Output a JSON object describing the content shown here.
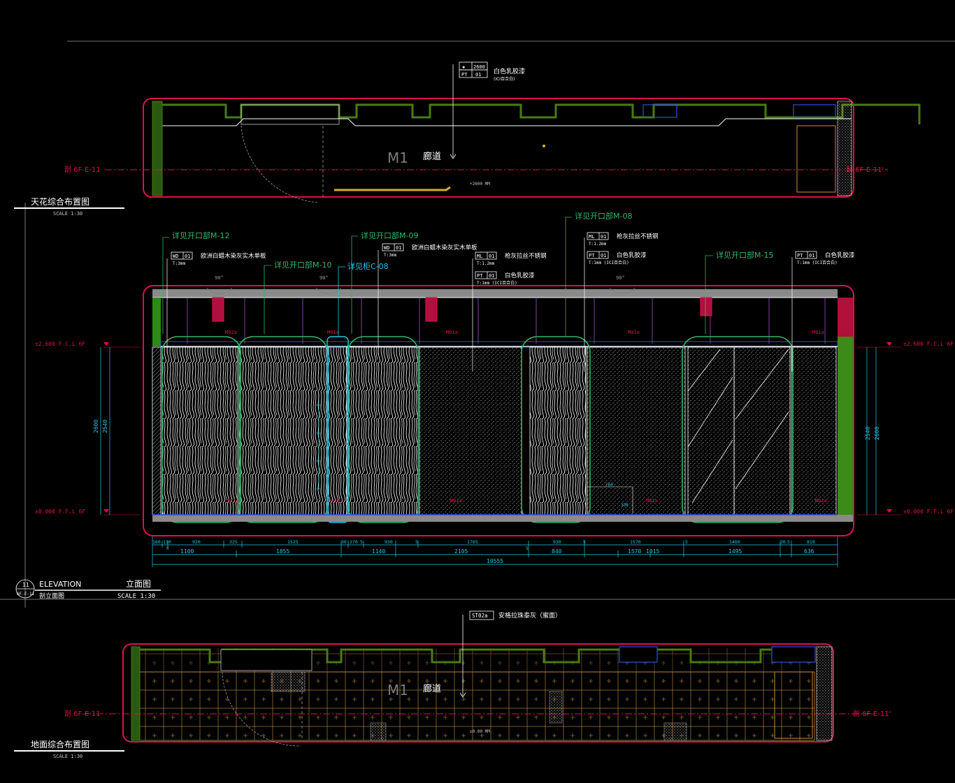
{
  "ceiling_plan": {
    "title": "天花综合布置图",
    "scale": "SCALE 1:30",
    "room_code": "M1",
    "room_name": "廊道",
    "level_note": "+2600 MM",
    "section_left": "剖 6F-E-11",
    "section_right": "剖 6F-E-11'",
    "tag": {
      "code_a": "2600",
      "code_b": "PT",
      "code_c": "01",
      "name": "白色乳胶漆",
      "sub": "(ICI百合白)"
    }
  },
  "elevation": {
    "number": "11",
    "sheet": "6F-E-11",
    "title_en": "ELEVATION",
    "title_cn": "立面图",
    "subtitle": "剖立面图",
    "scale": "SCALE 1:30",
    "level_top_left": "±2.600 F.C.L 6F",
    "level_bottom_left": "±0.000 F.F.L 6F",
    "level_top_right": "±2.600 F.C.L 6F",
    "level_bottom_right": "±0.000 F.F.L 6F",
    "dim_height_outer": "2600",
    "dim_height_inner": "2540",
    "dim_row1": [
      "160",
      "110",
      "920",
      "325",
      "1525",
      "30",
      "270",
      "5",
      "930",
      "5",
      "1765",
      "930",
      "5",
      "1570",
      "5",
      "1460",
      "20",
      "5",
      "810"
    ],
    "dim_row2": [
      "6",
      "1100",
      "1855",
      "1140",
      "2105",
      "5",
      "840",
      "1570",
      "1015",
      "1495",
      "636"
    ],
    "dim_total": "10555",
    "small_dims": [
      "760",
      "330"
    ],
    "angles": [
      "90°",
      "90°",
      "90°"
    ],
    "callouts": {
      "open_12": "详见开口部M-12",
      "open_09": "详见开口部M-09",
      "open_10": "详见开口部M-10",
      "cab_08": "详见柜C-08",
      "open_08": "详见开口部M-08",
      "open_15": "详见开口部M-15"
    },
    "materials": [
      {
        "code": "WD",
        "num": "01",
        "name": "欧洲白蜡木染灰实木单板",
        "sub": "T:3mm"
      },
      {
        "code": "WD",
        "num": "01",
        "name": "欧洲白蜡木染灰实木单板",
        "sub": "T:3mm"
      },
      {
        "code": "ML",
        "num": "01",
        "name": "枪灰拉丝不锈钢",
        "sub": "T:1.2mm"
      },
      {
        "code": "PT",
        "num": "01",
        "name": "白色乳胶漆",
        "sub": "T:1mm (ICI百合白)"
      },
      {
        "code": "ML",
        "num": "01",
        "name": "枪灰拉丝不锈钢",
        "sub": "T:1.2mm"
      },
      {
        "code": "PT",
        "num": "01",
        "name": "白色乳胶漆",
        "sub": "T:1mm (ICI百合白)"
      },
      {
        "code": "PT",
        "num": "01",
        "name": "白色乳胶漆",
        "sub": "T:1mm (ICI百合白)"
      }
    ],
    "door_marks": [
      "M02a",
      "M01a",
      "M01a",
      "M01a",
      "M01a",
      "M02a",
      "M02a",
      "M01a",
      "M01a",
      "M02a"
    ]
  },
  "floor_plan": {
    "title": "地面综合布置图",
    "scale": "SCALE 1:30",
    "room_code": "M1",
    "room_name": "廊道",
    "level_note": "±0.00 MM",
    "section_left": "剖 6F-E-11",
    "section_right": "剖 6F-E-11'",
    "tag": {
      "code": "ST02a",
      "name": "安格拉珠泰灰（蜜面）"
    }
  },
  "colors": {
    "red": "#e0104a",
    "magenta": "#c8105a",
    "green": "#2eb86a",
    "olive": "#4a7a10",
    "yellow": "#d8b020",
    "blue": "#3050e0",
    "cyan": "#20c8e8",
    "white": "#ffffff",
    "grey": "#9a9a9a",
    "gold": "#c89040"
  }
}
